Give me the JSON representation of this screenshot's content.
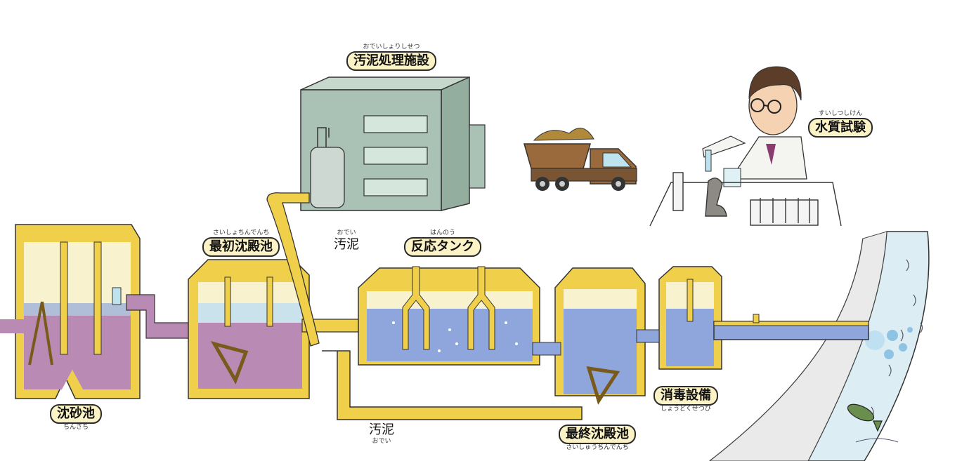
{
  "labels": {
    "sludge_facility": {
      "ruby": "おでいしょりしせつ",
      "text": "汚泥処理施設"
    },
    "water_test": {
      "ruby": "すいしつしけん",
      "text": "水質試験"
    },
    "primary_settling": {
      "ruby": "さいしょちんでんち",
      "text": "最初沈殿池"
    },
    "sludge_upper": {
      "ruby": "おでい",
      "text": "汚泥"
    },
    "reaction_tank": {
      "ruby": "はんのう",
      "text": "反応タンク"
    },
    "grit_chamber": {
      "ruby": "ちんさち",
      "text": "沈砂池"
    },
    "sludge_lower": {
      "ruby": "おでい",
      "text": "汚泥"
    },
    "final_settling": {
      "ruby": "さいしゅうちんでんち",
      "text": "最終沈殿池"
    },
    "disinfection": {
      "ruby": "しょうどくせつび",
      "text": "消毒設備"
    }
  },
  "colors": {
    "pipe_yellow": "#f0d04a",
    "sewage_purple": "#b98ab4",
    "treated_blue": "#8fa6dc",
    "clean_water": "#c9e2ec",
    "building": "#a9c2b5",
    "truck_brown": "#9b6a3c",
    "label_fill": "#fbf2c6"
  }
}
